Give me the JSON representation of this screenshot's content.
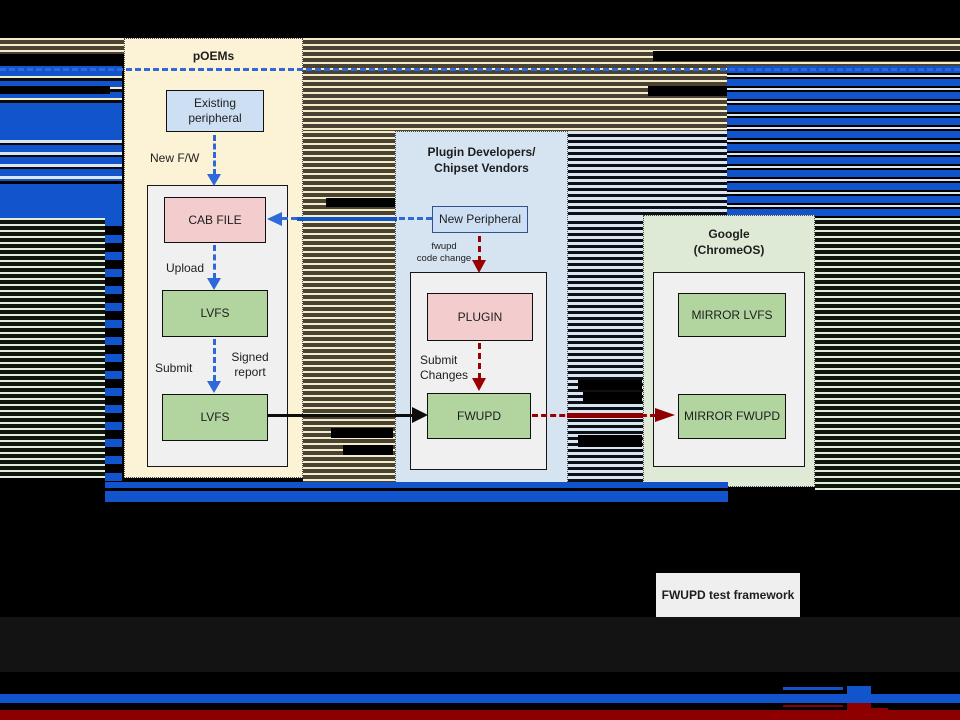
{
  "lanes": {
    "poems": {
      "title": "pOEMs",
      "existing_peripheral": "Existing peripheral",
      "new_fw": "New F/W",
      "cab_file": "CAB FILE",
      "upload": "Upload",
      "lvfs_top": "LVFS",
      "submit": "Submit",
      "signed_report": "Signed report",
      "lvfs_bottom": "LVFS"
    },
    "plugin": {
      "title_1": "Plugin Developers/",
      "title_2": "Chipset Vendors",
      "new_peripheral": "New Peripheral",
      "fwupd_code_change_1": "fwupd",
      "fwupd_code_change_2": "code change",
      "plugin": "PLUGIN",
      "submit_changes_1": "Submit",
      "submit_changes_2": "Changes",
      "fwupd": "FWUPD"
    },
    "google": {
      "title_1": "Google",
      "title_2": "(ChromeOS)",
      "mirror_lvfs": "MIRROR LVFS",
      "mirror_fwupd": "MIRROR FWUPD"
    }
  },
  "footer": {
    "test_framework": "FWUPD test framework"
  },
  "colors": {
    "arrow_blue": "#2e68d9",
    "glitch_blue": "#1254cc",
    "arrow_dark_red": "#990000",
    "footer_dark_red": "#8e0000",
    "box_green": "#b2d5a0",
    "box_pink": "#f3cccd",
    "box_light_blue": "#cde0f3",
    "lane_cream": "#fcf3d6",
    "lane_light_blue": "#d6e4f2",
    "lane_light_green": "#deead5"
  }
}
